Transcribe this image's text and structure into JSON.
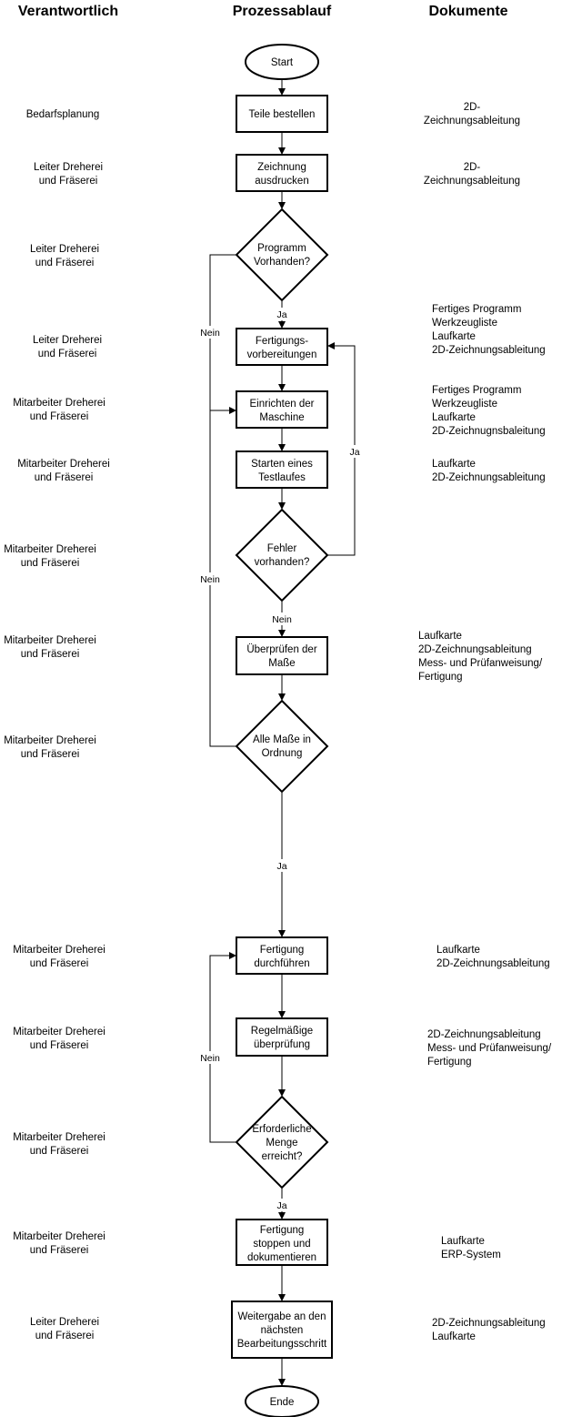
{
  "headers": {
    "responsible": "Verantwortlich",
    "process": "Prozessablauf",
    "documents": "Dokumente"
  },
  "nodes": {
    "start": "Start",
    "teile_bestellen": "Teile bestellen",
    "zeichnung_ausdrucken": [
      "Zeichnung",
      "ausdrucken"
    ],
    "programm_vorhanden": [
      "Programm",
      "Vorhanden?"
    ],
    "fertigungsvorbereitungen": [
      "Fertigungs-",
      "vorbereitungen"
    ],
    "einrichten": [
      "Einrichten der",
      "Maschine"
    ],
    "testlauf": [
      "Starten eines",
      "Testlaufes"
    ],
    "fehler_vorhanden": [
      "Fehler",
      "vorhanden?"
    ],
    "masse_pruefen": [
      "Überprüfen der",
      "Maße"
    ],
    "masse_ok": [
      "Alle Maße in",
      "Ordnung"
    ],
    "fertigung_durchfuehren": [
      "Fertigung",
      "durchführen"
    ],
    "regelmaessige_pruefung": [
      "Regelmäßige",
      "überprüfung"
    ],
    "menge_erreicht": [
      "Erforderliche",
      "Menge",
      "erreicht?"
    ],
    "fertigung_stoppen": [
      "Fertigung",
      "stoppen und",
      "dokumentieren"
    ],
    "weitergabe": [
      "Weitergabe an den",
      "nächsten",
      "Bearbeitungsschritt"
    ],
    "ende": "Ende"
  },
  "edge_labels": {
    "ja_programm": "Ja",
    "nein_programm": "Nein",
    "ja_fehler": "Ja",
    "nein_fehler": "Nein",
    "nein_masse": "Nein",
    "ja_masse": "Ja",
    "nein_menge": "Nein",
    "ja_menge": "Ja"
  },
  "responsible": {
    "r1": [
      "Bedarfsplanung"
    ],
    "r2": [
      "Leiter Dreherei",
      "und Fräserei"
    ],
    "r3": [
      "Leiter Dreherei",
      "und Fräserei"
    ],
    "r4": [
      "Leiter Dreherei",
      "und Fräserei"
    ],
    "r5": [
      "Mitarbeiter Dreherei",
      "und Fräserei"
    ],
    "r6": [
      "Mitarbeiter Dreherei",
      "und Fräserei"
    ],
    "r7": [
      "Mitarbeiter Dreherei",
      "und Fräserei"
    ],
    "r8": [
      "Mitarbeiter Dreherei",
      "und Fräserei"
    ],
    "r9": [
      "Mitarbeiter Dreherei",
      "und Fräserei"
    ],
    "r10": [
      "Mitarbeiter Dreherei",
      "und Fräserei"
    ],
    "r11": [
      "Mitarbeiter Dreherei",
      "und Fräserei"
    ],
    "r12": [
      "Mitarbeiter Dreherei",
      "und Fräserei"
    ],
    "r13": [
      "Mitarbeiter Dreherei",
      "und Fräserei"
    ],
    "r14": [
      "Leiter Dreherei",
      "und Fräserei"
    ]
  },
  "documents": {
    "d1": [
      "2D-",
      "Zeichnungsableitung"
    ],
    "d2": [
      "2D-",
      "Zeichnungsableitung"
    ],
    "d3": [
      "Fertiges Programm",
      "Werkzeugliste",
      "Laufkarte",
      "2D-Zeichnungsableitung"
    ],
    "d4": [
      "Fertiges Programm",
      "Werkzeugliste",
      "Laufkarte",
      "2D-Zeichnugnsbaleitung"
    ],
    "d5": [
      "Laufkarte",
      "2D-Zeichnungsableitung"
    ],
    "d6": [
      "Laufkarte",
      "2D-Zeichnungsableitung",
      "Mess- und Prüfanweisung/",
      "Fertigung"
    ],
    "d7": [
      "Laufkarte",
      "2D-Zeichnungsableitung"
    ],
    "d8": [
      "2D-Zeichnungsableitung",
      "Mess- und Prüfanweisung/",
      "Fertigung"
    ],
    "d9": [
      "Laufkarte",
      "ERP-System"
    ],
    "d10": [
      "2D-Zeichnungsableitung",
      "Laufkarte"
    ]
  }
}
